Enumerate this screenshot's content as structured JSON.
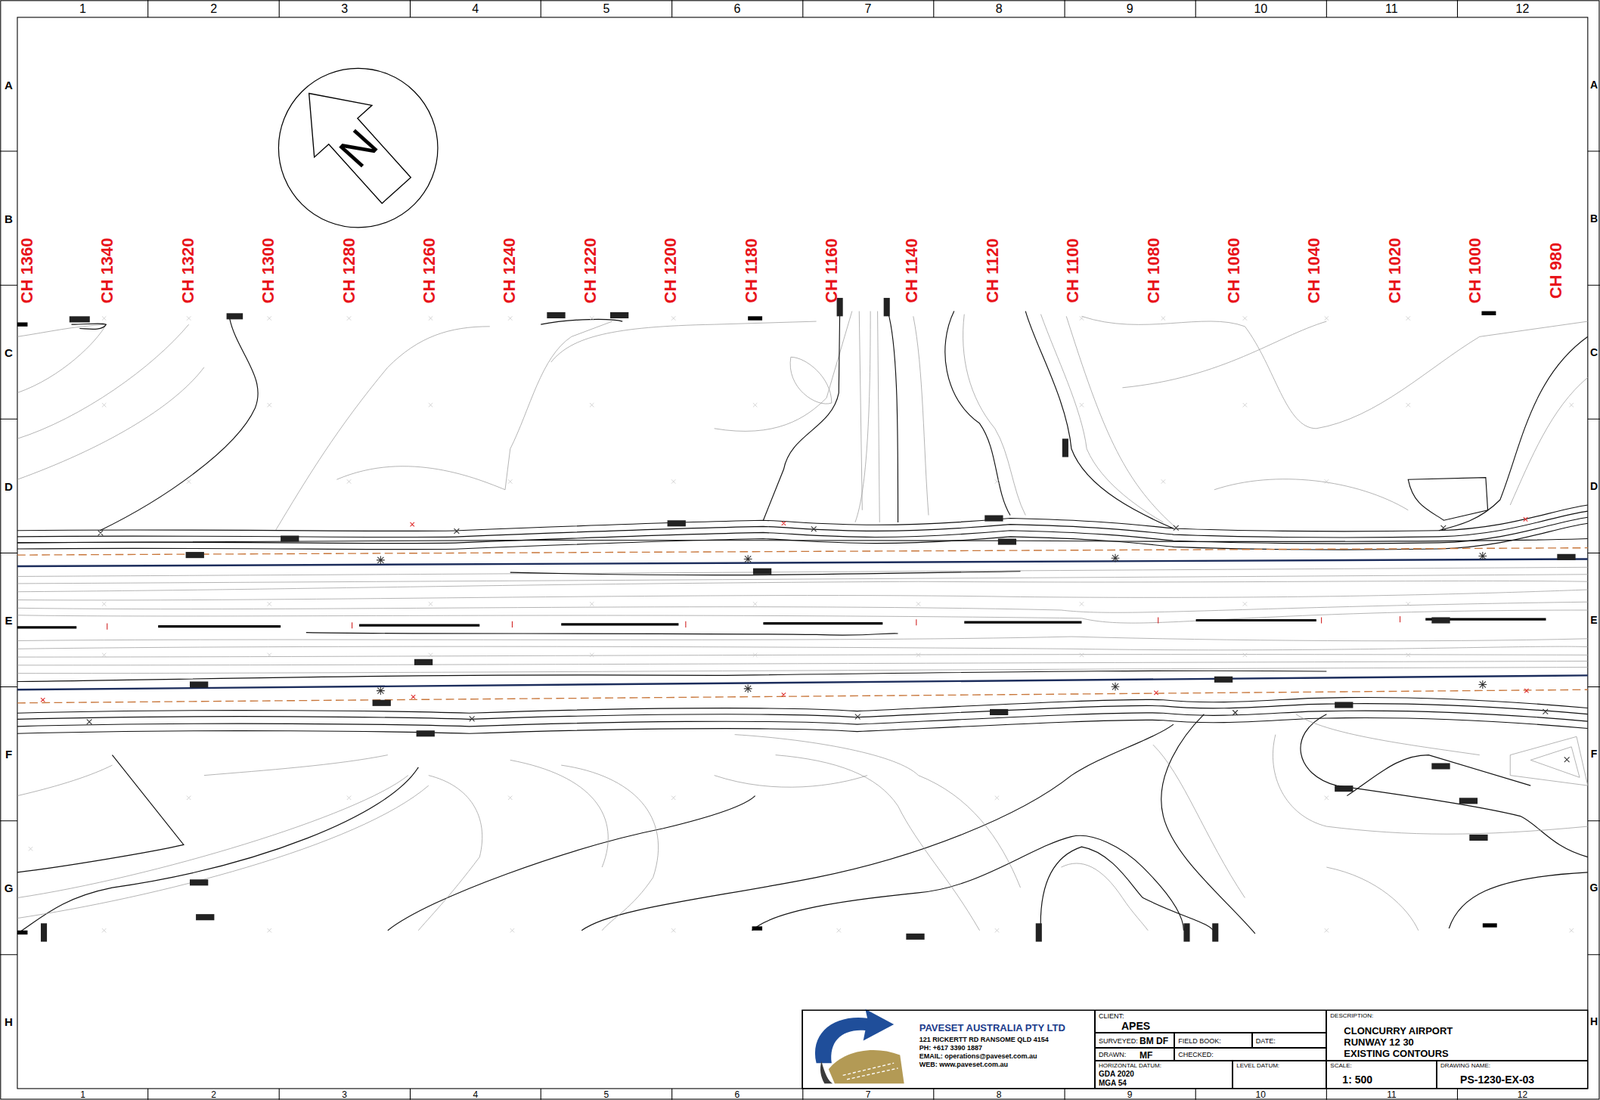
{
  "diagram": {
    "nodes": [
      {
        "text": [
          "PAVESET AUSTRALIA PTY LTD",
          "121 RICKERTT RD RANSOME QLD 4154",
          "PH: +617 3390 1887",
          "EMAIL: operations@paveset.com.au",
          "WEB: www.paveset.com.au"
        ]
      },
      {
        "text": [
          "CLIENT:",
          "APES"
        ]
      },
      {
        "text": [
          "SURVEYED:",
          "BM DF"
        ]
      },
      {
        "text": [
          "FIELD BOOK:"
        ]
      },
      {
        "text": [
          "DATE:"
        ]
      },
      {
        "text": [
          "DRAWN:",
          "MF"
        ]
      },
      {
        "text": [
          "CHECKED:"
        ]
      },
      {
        "text": [
          "HORIZONTAL DATUM:",
          "GDA 2020",
          "MGA 54"
        ]
      },
      {
        "text": [
          "LEVEL DATUM:"
        ]
      },
      {
        "text": [
          "DESCRIPTION:",
          "CLONCURRY AIRPORT",
          "RUNWAY 12 30",
          "EXISTING CONTOURS"
        ]
      },
      {
        "text": [
          "SCALE:",
          "1: 500"
        ]
      },
      {
        "text": [
          "DRAWING NAME:",
          "PS-1230-EX-03"
        ]
      }
    ],
    "labels": [
      "1",
      "2",
      "3",
      "4",
      "5",
      "6",
      "7",
      "8",
      "9",
      "10",
      "11",
      "12",
      "A",
      "B",
      "C",
      "D",
      "E",
      "F",
      "G",
      "H",
      "A",
      "B",
      "C",
      "D",
      "E",
      "F",
      "G",
      "H",
      "CH 1360",
      "CH 1340",
      "CH 1320",
      "CH 1300",
      "CH 1280",
      "CH 1260",
      "CH 1240",
      "CH 1220",
      "CH 1200",
      "CH 1180",
      "CH 1160",
      "CH 1140",
      "CH 1120",
      "CH 1100",
      "CH 1080",
      "CH 1060",
      "CH 1040",
      "CH 1020",
      "CH 1000",
      "CH 980",
      "1",
      "2",
      "3",
      "4",
      "5",
      "6",
      "7",
      "8",
      "9",
      "10",
      "11",
      "12",
      "N"
    ]
  }
}
